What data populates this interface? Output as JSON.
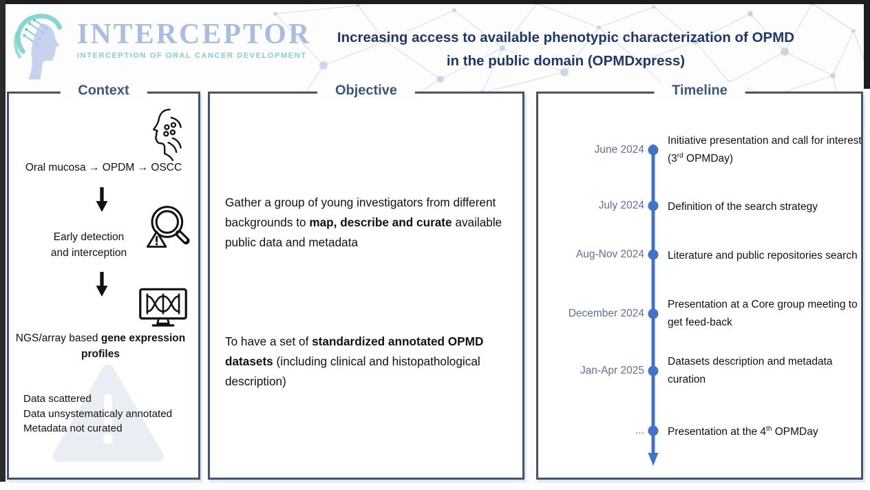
{
  "header": {
    "logo_text": "INTERCEPTOR",
    "logo_tagline": "INTERCEPTION OF ORAL CANCER DEVELOPMENT",
    "title_line1": "Increasing access to available phenotypic characterization of OPMD",
    "title_line2": "in the public domain (OPMDxpress)"
  },
  "panels": {
    "context": {
      "title": "Context",
      "flow": "Oral mucosa → OPDM → OSCC",
      "step2_line1": "Early detection",
      "step2_line2": "and interception",
      "step3_normal": "NGS/array based ",
      "step3_bold": "gene expression profiles",
      "issues": [
        "Data scattered",
        "Data unsystematicaly annotated",
        "Metadata not curated"
      ]
    },
    "objective": {
      "title": "Objective",
      "p1": {
        "n1": "Gather a group of young investigators from different backgrounds to ",
        "b1": "map, describe and curate",
        "n2": " available public data and metadata"
      },
      "p2": {
        "n1": "To have a set of ",
        "b1": "standardized annotated OPMD datasets",
        "n2": " (including clinical and histopathological description)"
      }
    },
    "timeline": {
      "title": "Timeline",
      "events": [
        {
          "date": "June 2024",
          "pre": "Initiative presentation and call for interest (3",
          "sup": "rd",
          "post": " OPMDay)"
        },
        {
          "date": "July 2024",
          "pre": "Definition of the search strategy",
          "sup": "",
          "post": ""
        },
        {
          "date": "Aug-Nov 2024",
          "pre": "Literature and public repositories search",
          "sup": "",
          "post": ""
        },
        {
          "date": "December 2024",
          "pre": "Presentation at a Core group meeting to get feed-back",
          "sup": "",
          "post": ""
        },
        {
          "date": "Jan-Apr 2025",
          "pre": "Datasets description and metadata curation",
          "sup": "",
          "post": ""
        },
        {
          "date": "...",
          "pre": "Presentation at the 4",
          "sup": "th",
          "post": " OPMDay"
        }
      ]
    }
  },
  "icons": {
    "logo-face-icon": "woman profile with teal circuit hair",
    "face-oral-cavity-icon": "head profile with oral lesion dots",
    "down-arrow-icon": "thick black down arrow",
    "magnifier-alert-icon": "magnifying glass with warning triangle",
    "monitor-dna-icon": "computer monitor showing DNA helix",
    "warning-triangle-watermark": "faint warning triangle",
    "network-background": "node-link mesh pattern"
  },
  "colors": {
    "accent_blue": "#4472c4",
    "panel_border": "#44546a",
    "title_navy": "#1f3864",
    "panel_title": "#3c5878",
    "date_blue": "#5b7394",
    "logo_blue": "#a9bddf",
    "logo_teal": "#7fd0ca",
    "watermark": "#e9eef4"
  }
}
